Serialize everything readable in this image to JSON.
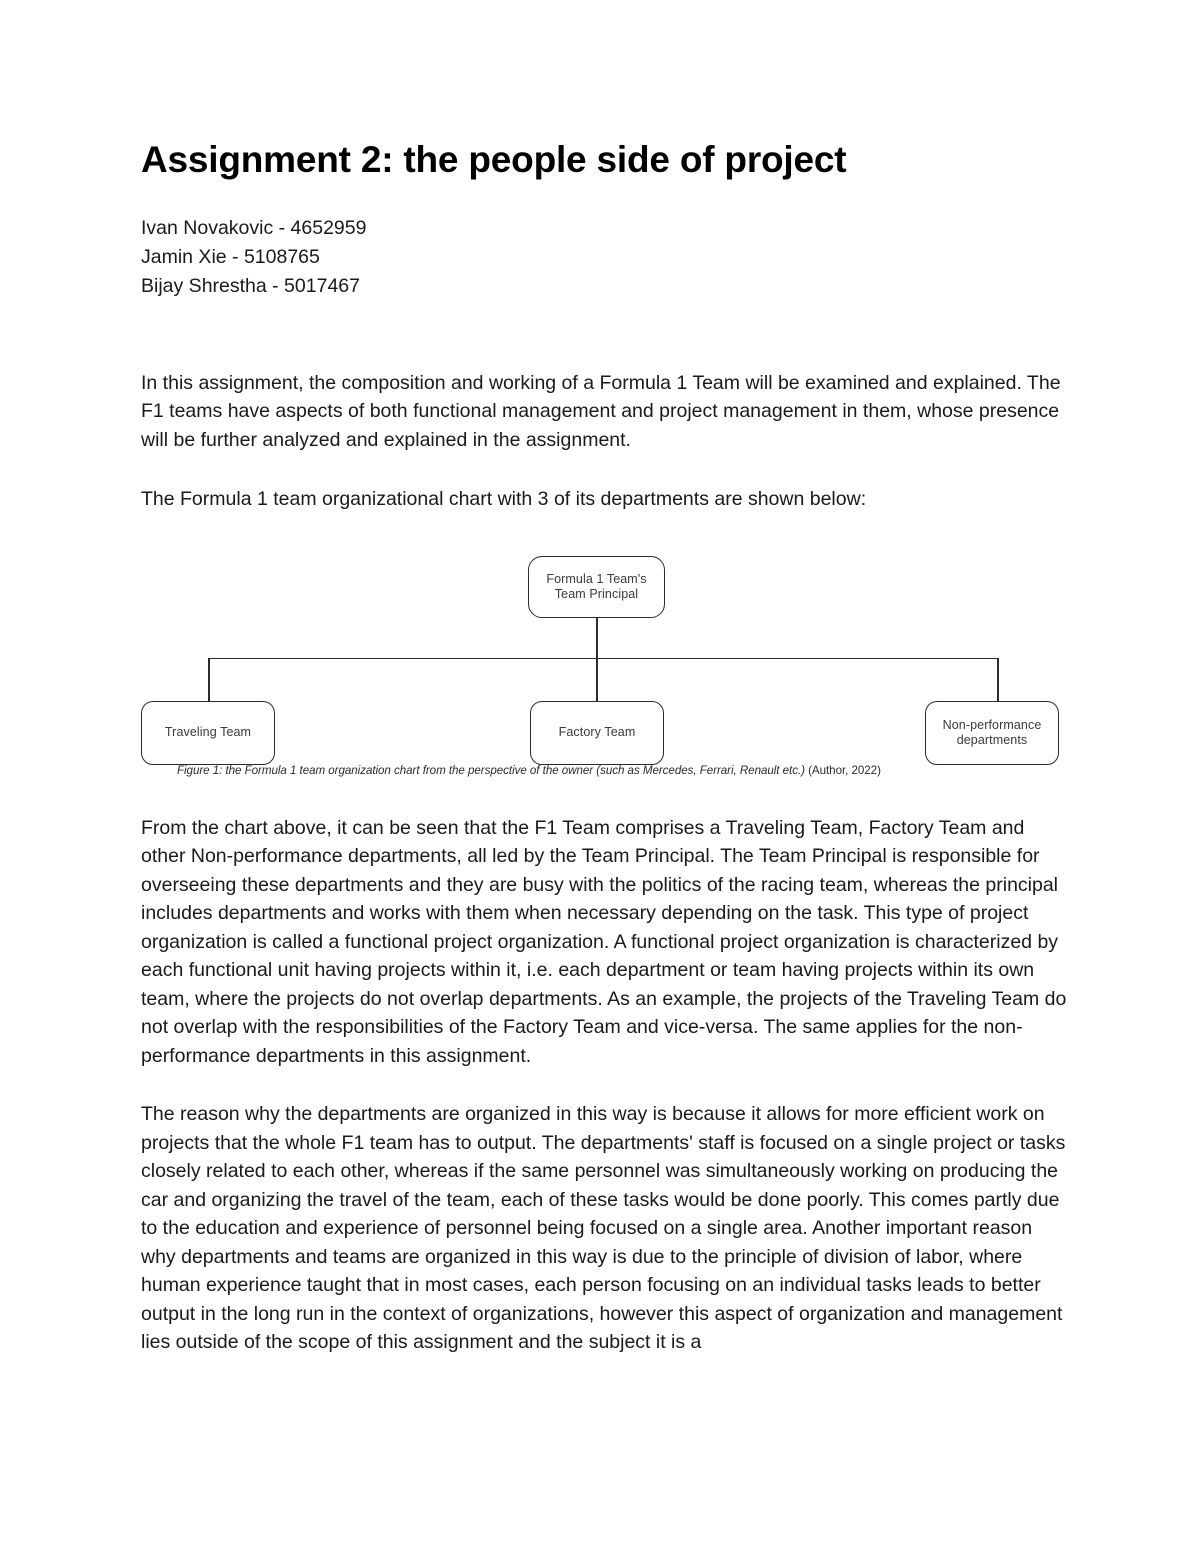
{
  "document": {
    "title": "Assignment 2: the people side of project",
    "authors": [
      "Ivan Novakovic - 4652959",
      "Jamin Xie - 5108765",
      "Bijay Shrestha - 5017467"
    ],
    "paragraphs": {
      "intro": "In this assignment, the composition and working of a Formula 1 Team will be examined and explained. The F1 teams have aspects of both functional management and project management in them, whose presence will be further analyzed and explained in the assignment.",
      "lead_in": "The Formula 1 team organizational chart with 3 of its departments are shown below:",
      "body_1": "From the chart above, it can be seen that the F1 Team comprises a Traveling Team, Factory Team and other Non-performance departments, all led by the Team Principal. The Team Principal is responsible for overseeing these departments and they are busy with the politics of the racing team, whereas the principal includes departments and works with them when necessary depending on the task. This type of project organization is called a functional project organization. A functional project organization is characterized by each functional unit having projects within it, i.e. each department or team having projects within its own team, where the projects do not overlap departments. As an example, the projects of the Traveling Team do not overlap with the responsibilities of the Factory Team and vice-versa. The same applies for the non-performance departments in this assignment.",
      "body_2": "The reason why the departments are organized in this way is because it allows for more efficient work on projects that the whole F1 team has to output. The departments' staff is focused on a single project or tasks closely related to each other, whereas if the same personnel was simultaneously working on producing the car and organizing the travel of the team, each of these tasks would be done poorly. This comes partly due to the education and experience of personnel being focused on a single area. Another important reason why departments and teams are organized in this way is due to the principle of division of labor, where human experience taught that in most cases, each person focusing on an individual tasks leads to better output in the long run in the context of organizations, however this aspect of organization and management lies outside of the scope of this assignment and the subject it is a"
    }
  },
  "figure": {
    "caption_text": "Figure 1: the Formula 1 team organization chart from the perspective of the owner (such as Mercedes, Ferrari, Renault etc.)",
    "caption_citation": " (Author, 2022)",
    "chart_data": {
      "type": "diagram",
      "diagram_kind": "org-chart",
      "root": {
        "label_line1": "Formula 1 Team's",
        "label_line2": "Team Principal"
      },
      "children": [
        {
          "label_line1": "Traveling Team",
          "label_line2": ""
        },
        {
          "label_line1": "Factory Team",
          "label_line2": ""
        },
        {
          "label_line1": "Non-performance",
          "label_line2": "departments"
        }
      ],
      "edges": [
        {
          "from": "Formula 1 Team's Team Principal",
          "to": "Traveling Team"
        },
        {
          "from": "Formula 1 Team's Team Principal",
          "to": "Factory Team"
        },
        {
          "from": "Formula 1 Team's Team Principal",
          "to": "Non-performance departments"
        }
      ],
      "node_style": {
        "shape": "rounded-rectangle",
        "border_color": "#2c2c2c",
        "fill_color": "#ffffff",
        "text_color": "#3a3a3a"
      },
      "connector_color": "#2c2c2c"
    }
  }
}
